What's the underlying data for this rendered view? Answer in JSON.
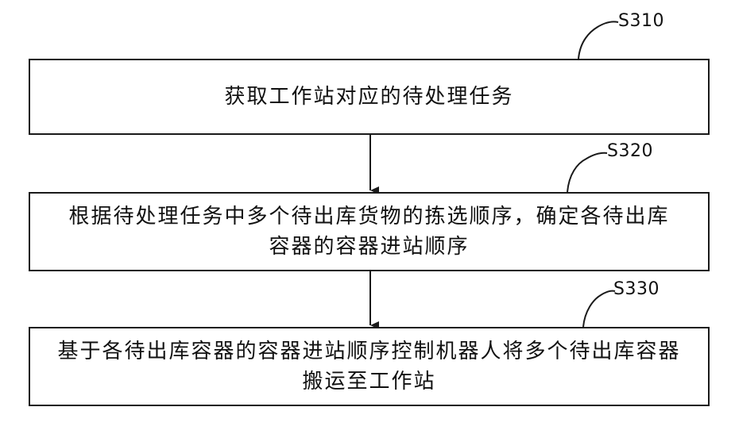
{
  "steps": [
    {
      "id": "S310",
      "text": "获取工作站对应的待处理任务"
    },
    {
      "id": "S320",
      "text": "根据待处理任务中多个待出库货物的拣选顺序，确定各待出库\n容器的容器进站顺序"
    },
    {
      "id": "S330",
      "text": "基于各待出库容器的容器进站顺序控制机器人将多个待出库容器\n搬运至工作站"
    }
  ],
  "colors": {
    "stroke": "#1a1a1a",
    "background": "#ffffff"
  }
}
